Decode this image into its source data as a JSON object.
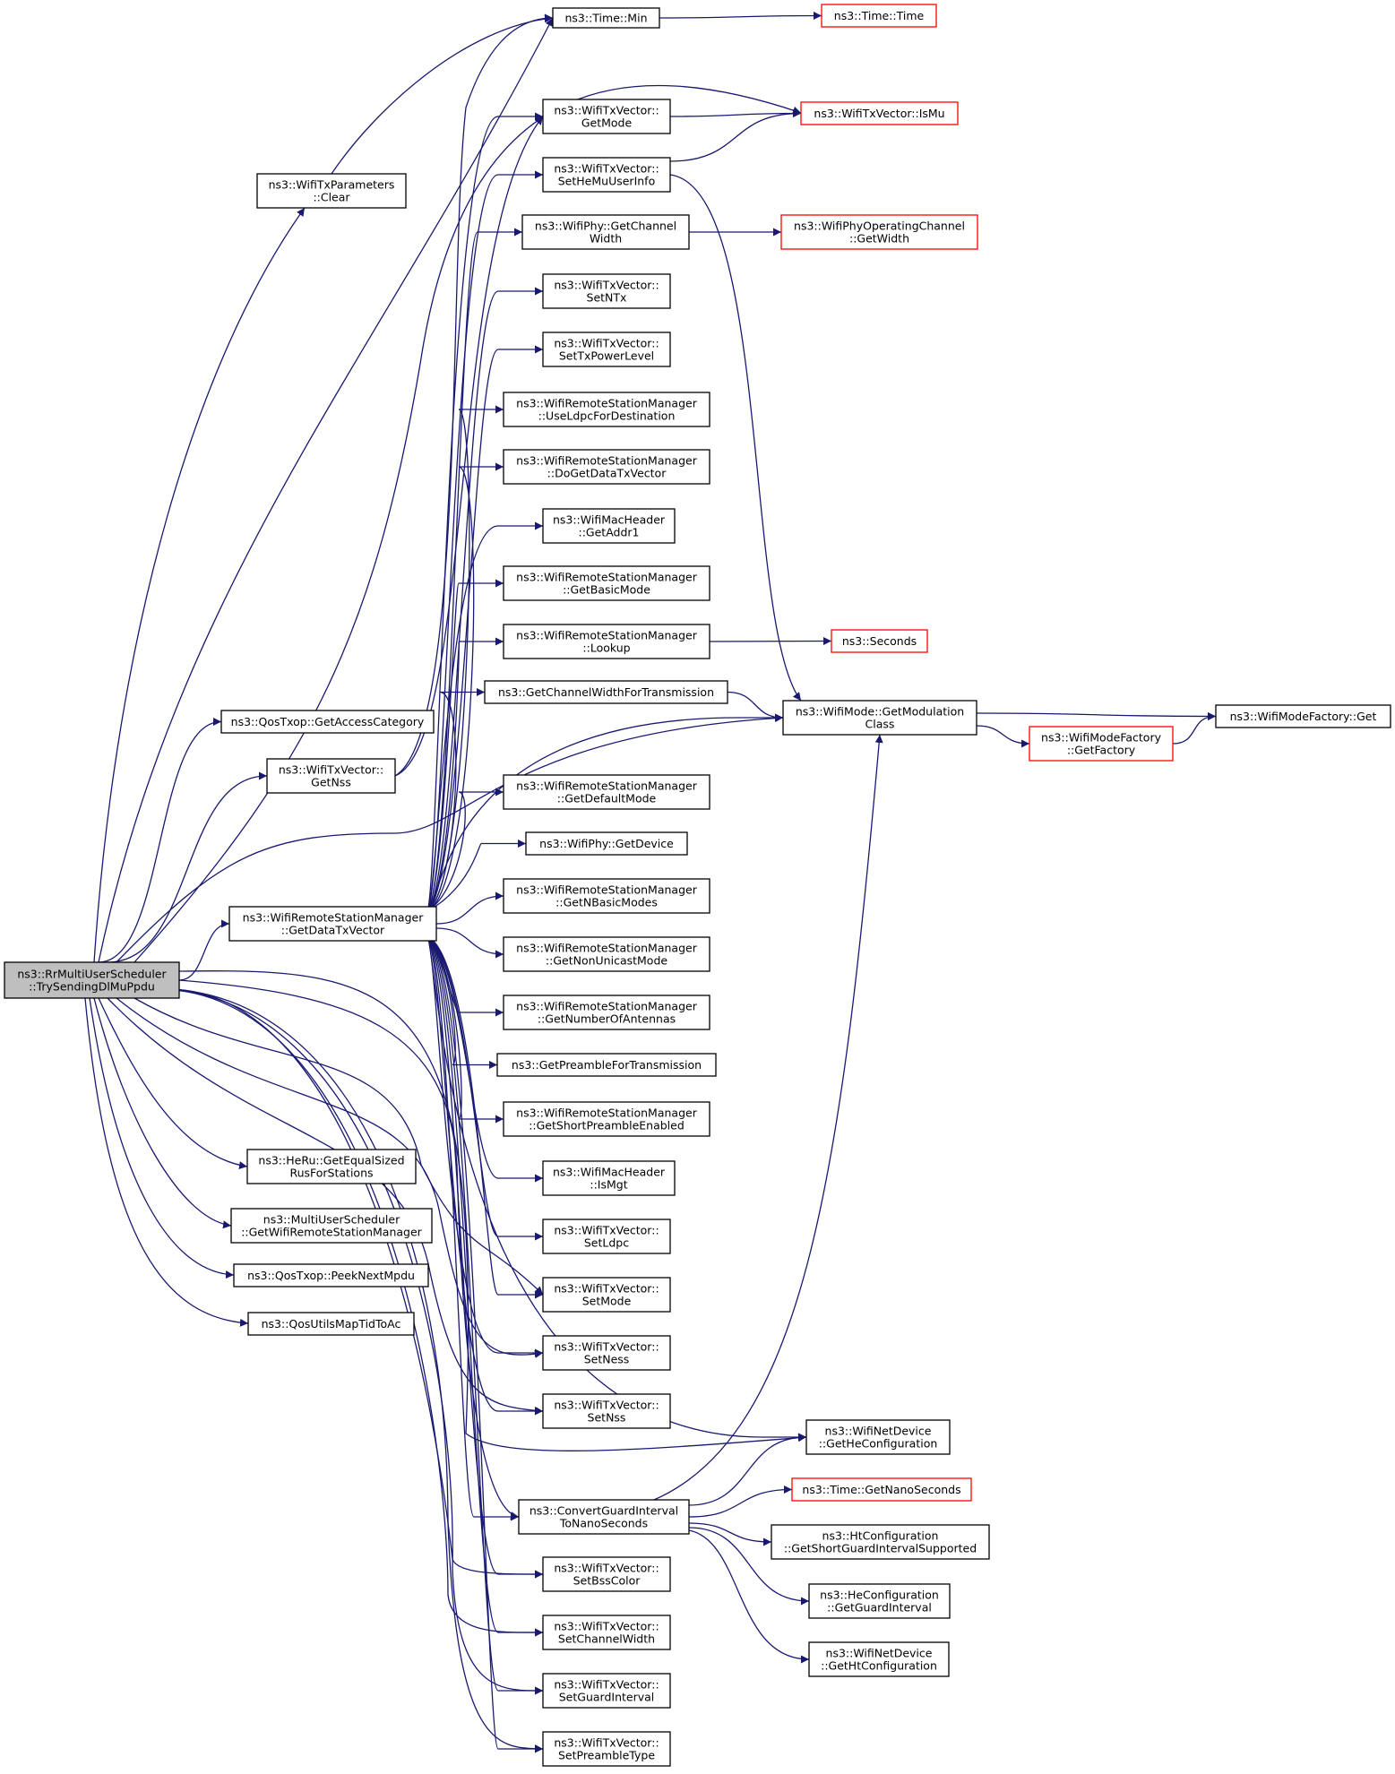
{
  "colors": {
    "edge": "#191970",
    "box_border": "#000000",
    "truncated_border": "#ff0000",
    "root_fill": "#bfbfbf",
    "fill": "#ffffff"
  },
  "nodes": [
    {
      "id": "root",
      "lines": [
        "ns3::RrMultiUserScheduler",
        "::TrySendingDlMuPpdu"
      ],
      "border": "black",
      "root": true
    },
    {
      "id": "min",
      "lines": [
        "ns3::Time::Min"
      ],
      "border": "black"
    },
    {
      "id": "time",
      "lines": [
        "ns3::Time::Time"
      ],
      "border": "red"
    },
    {
      "id": "ismu",
      "lines": [
        "ns3::WifiTxVector::IsMu"
      ],
      "border": "red"
    },
    {
      "id": "getmode",
      "lines": [
        "ns3::WifiTxVector::",
        "GetMode"
      ],
      "border": "black"
    },
    {
      "id": "txpclear",
      "lines": [
        "ns3::WifiTxParameters",
        "::Clear"
      ],
      "border": "black"
    },
    {
      "id": "sethemu",
      "lines": [
        "ns3::WifiTxVector::",
        "SetHeMuUserInfo"
      ],
      "border": "black"
    },
    {
      "id": "getchw",
      "lines": [
        "ns3::WifiPhy::GetChannel",
        "Width"
      ],
      "border": "black"
    },
    {
      "id": "opchw",
      "lines": [
        "ns3::WifiPhyOperatingChannel",
        "::GetWidth"
      ],
      "border": "red"
    },
    {
      "id": "setntx",
      "lines": [
        "ns3::WifiTxVector::",
        "SetNTx"
      ],
      "border": "black"
    },
    {
      "id": "settxpl",
      "lines": [
        "ns3::WifiTxVector::",
        "SetTxPowerLevel"
      ],
      "border": "black"
    },
    {
      "id": "useldpc",
      "lines": [
        "ns3::WifiRemoteStationManager",
        "::UseLdpcForDestination"
      ],
      "border": "black"
    },
    {
      "id": "dogetdtx",
      "lines": [
        "ns3::WifiRemoteStationManager",
        "::DoGetDataTxVector"
      ],
      "border": "black"
    },
    {
      "id": "getaddr1",
      "lines": [
        "ns3::WifiMacHeader",
        "::GetAddr1"
      ],
      "border": "black"
    },
    {
      "id": "getbasic",
      "lines": [
        "ns3::WifiRemoteStationManager",
        "::GetBasicMode"
      ],
      "border": "black"
    },
    {
      "id": "lookup",
      "lines": [
        "ns3::WifiRemoteStationManager",
        "::Lookup"
      ],
      "border": "black"
    },
    {
      "id": "seconds",
      "lines": [
        "ns3::Seconds"
      ],
      "border": "red"
    },
    {
      "id": "getchwtx",
      "lines": [
        "ns3::GetChannelWidthForTransmission"
      ],
      "border": "black"
    },
    {
      "id": "getmodcls",
      "lines": [
        "ns3::WifiMode::GetModulation",
        "Class"
      ],
      "border": "black"
    },
    {
      "id": "modfget",
      "lines": [
        "ns3::WifiModeFactory::Get"
      ],
      "border": "black"
    },
    {
      "id": "modfgetf",
      "lines": [
        "ns3::WifiModeFactory",
        "::GetFactory"
      ],
      "border": "red"
    },
    {
      "id": "getac",
      "lines": [
        "ns3::QosTxop::GetAccessCategory"
      ],
      "border": "black"
    },
    {
      "id": "getnss",
      "lines": [
        "ns3::WifiTxVector::",
        "GetNss"
      ],
      "border": "black"
    },
    {
      "id": "getdefmode",
      "lines": [
        "ns3::WifiRemoteStationManager",
        "::GetDefaultMode"
      ],
      "border": "black"
    },
    {
      "id": "getdevice",
      "lines": [
        "ns3::WifiPhy::GetDevice"
      ],
      "border": "black"
    },
    {
      "id": "getdtx",
      "lines": [
        "ns3::WifiRemoteStationManager",
        "::GetDataTxVector"
      ],
      "border": "black"
    },
    {
      "id": "getnbasic",
      "lines": [
        "ns3::WifiRemoteStationManager",
        "::GetNBasicModes"
      ],
      "border": "black"
    },
    {
      "id": "getnonuni",
      "lines": [
        "ns3::WifiRemoteStationManager",
        "::GetNonUnicastMode"
      ],
      "border": "black"
    },
    {
      "id": "getnant",
      "lines": [
        "ns3::WifiRemoteStationManager",
        "::GetNumberOfAntennas"
      ],
      "border": "black"
    },
    {
      "id": "getpreamble",
      "lines": [
        "ns3::GetPreambleForTransmission"
      ],
      "border": "black"
    },
    {
      "id": "getshortpre",
      "lines": [
        "ns3::WifiRemoteStationManager",
        "::GetShortPreambleEnabled"
      ],
      "border": "black"
    },
    {
      "id": "herus",
      "lines": [
        "ns3::HeRu::GetEqualSized",
        "RusForStations"
      ],
      "border": "black"
    },
    {
      "id": "ismgt",
      "lines": [
        "ns3::WifiMacHeader",
        "::IsMgt"
      ],
      "border": "black"
    },
    {
      "id": "getrsm",
      "lines": [
        "ns3::MultiUserScheduler",
        "::GetWifiRemoteStationManager"
      ],
      "border": "black"
    },
    {
      "id": "setldpc",
      "lines": [
        "ns3::WifiTxVector::",
        "SetLdpc"
      ],
      "border": "black"
    },
    {
      "id": "peek",
      "lines": [
        "ns3::QosTxop::PeekNextMpdu"
      ],
      "border": "black"
    },
    {
      "id": "setmode",
      "lines": [
        "ns3::WifiTxVector::",
        "SetMode"
      ],
      "border": "black"
    },
    {
      "id": "tidtoac",
      "lines": [
        "ns3::QosUtilsMapTidToAc"
      ],
      "border": "black"
    },
    {
      "id": "setness",
      "lines": [
        "ns3::WifiTxVector::",
        "SetNess"
      ],
      "border": "black"
    },
    {
      "id": "setnss",
      "lines": [
        "ns3::WifiTxVector::",
        "SetNss"
      ],
      "border": "black"
    },
    {
      "id": "gethecfg",
      "lines": [
        "ns3::WifiNetDevice",
        "::GetHeConfiguration"
      ],
      "border": "black"
    },
    {
      "id": "getns",
      "lines": [
        "ns3::Time::GetNanoSeconds"
      ],
      "border": "red"
    },
    {
      "id": "convgi",
      "lines": [
        "ns3::ConvertGuardInterval",
        "ToNanoSeconds"
      ],
      "border": "black"
    },
    {
      "id": "htsgi",
      "lines": [
        "ns3::HtConfiguration",
        "::GetShortGuardIntervalSupported"
      ],
      "border": "black"
    },
    {
      "id": "setbss",
      "lines": [
        "ns3::WifiTxVector::",
        "SetBssColor"
      ],
      "border": "black"
    },
    {
      "id": "hegi",
      "lines": [
        "ns3::HeConfiguration",
        "::GetGuardInterval"
      ],
      "border": "black"
    },
    {
      "id": "setchw",
      "lines": [
        "ns3::WifiTxVector::",
        "SetChannelWidth"
      ],
      "border": "black"
    },
    {
      "id": "gethtcfg",
      "lines": [
        "ns3::WifiNetDevice",
        "::GetHtConfiguration"
      ],
      "border": "black"
    },
    {
      "id": "setgi",
      "lines": [
        "ns3::WifiTxVector::",
        "SetGuardInterval"
      ],
      "border": "black"
    },
    {
      "id": "setpre",
      "lines": [
        "ns3::WifiTxVector::",
        "SetPreambleType"
      ],
      "border": "black"
    }
  ]
}
